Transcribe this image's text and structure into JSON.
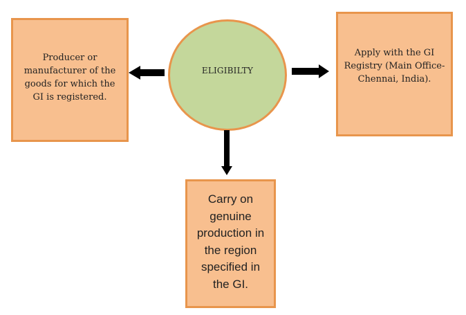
{
  "diagram": {
    "center": {
      "label": "ELIGIBILTY",
      "fill": "#c4d79b",
      "stroke": "#e8954c"
    },
    "nodes": [
      {
        "id": "left",
        "text": "Producer or manufacturer of the goods for which the GI is registered.",
        "fill": "#f8bf8f",
        "stroke": "#e8954c"
      },
      {
        "id": "right",
        "text": "Apply with the GI Registry (Main Office- Chennai, India).",
        "fill": "#f8bf8f",
        "stroke": "#e8954c"
      },
      {
        "id": "bottom",
        "text": "Carry on genuine production in the region specified in the GI.",
        "fill": "#f8bf8f",
        "stroke": "#e8954c"
      }
    ],
    "edges": [
      {
        "from": "center",
        "to": "left",
        "direction": "left"
      },
      {
        "from": "center",
        "to": "right",
        "direction": "right"
      },
      {
        "from": "center",
        "to": "bottom",
        "direction": "down"
      }
    ],
    "arrow_color": "#000000"
  }
}
